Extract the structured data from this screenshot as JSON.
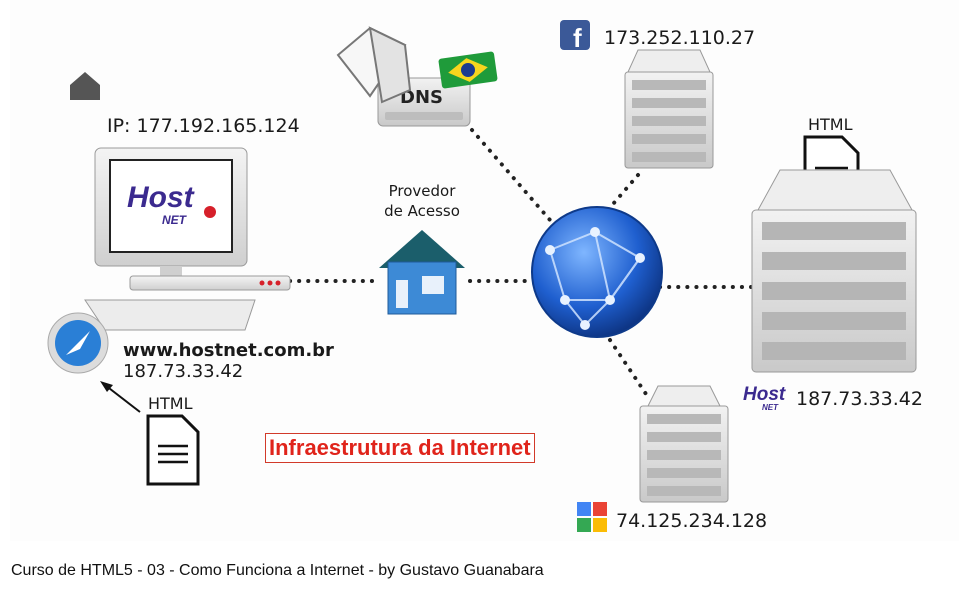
{
  "diagram": {
    "title": "Infraestrutura da Internet",
    "client": {
      "ip_label": "IP: 177.192.165.124",
      "logo_host": "Host",
      "logo_net": "NET"
    },
    "browser_site": {
      "domain": "www.hostnet.com.br",
      "ip": "187.73.33.42"
    },
    "client_html_label": "HTML",
    "isp": {
      "line1": "Provedor",
      "line2": "de Acesso"
    },
    "dns": {
      "label": "DNS"
    },
    "facebook_server": {
      "ip": "173.252.110.27",
      "icon": "facebook-icon"
    },
    "google_server": {
      "ip": "74.125.234.128",
      "icon": "google-icon"
    },
    "hostnet_server": {
      "ip": "187.73.33.42",
      "html_label": "HTML",
      "logo_host": "Host",
      "logo_net": "NET"
    }
  },
  "video": {
    "caption": "Curso de HTML5 - 03 - Como Funciona a Internet - by Gustavo Guanabara"
  },
  "colors": {
    "title_red": "#e0241b",
    "globe_blue": "#1f5fcf",
    "house_blue": "#3d8ad6",
    "logo_purple": "#3b2a8f",
    "logo_red": "#d6202a"
  }
}
